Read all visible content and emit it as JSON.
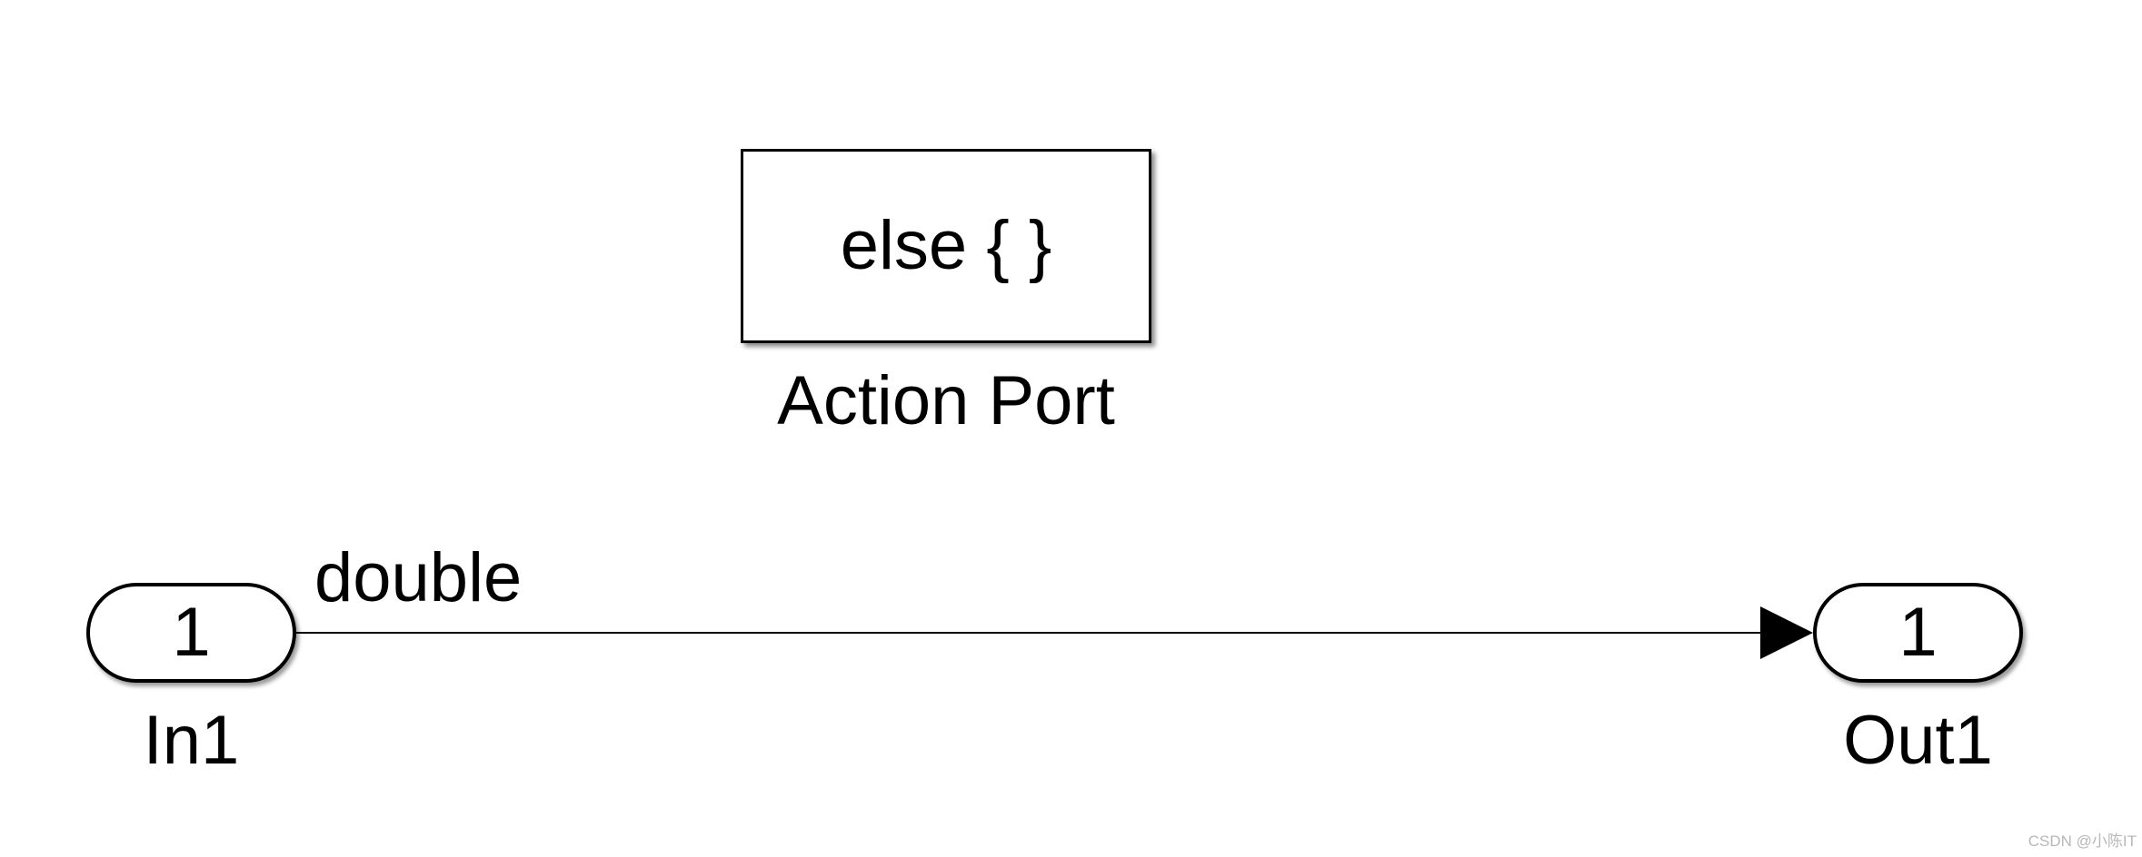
{
  "diagram": {
    "type": "simulink-block-diagram",
    "background_color": "#ffffff",
    "colors": {
      "block_border": "#000000",
      "block_fill": "#ffffff",
      "text": "#000000",
      "signal_line": "#000000",
      "watermark": "#b8b8b8"
    },
    "blocks": {
      "action_port": {
        "code_label": "else { }",
        "name": "Action Port"
      },
      "inport": {
        "port_number": "1",
        "name": "In1"
      },
      "outport": {
        "port_number": "1",
        "name": "Out1"
      }
    },
    "signal": {
      "label": "double",
      "direction": "left-to-right"
    },
    "watermark": "CSDN @小陈IT"
  }
}
